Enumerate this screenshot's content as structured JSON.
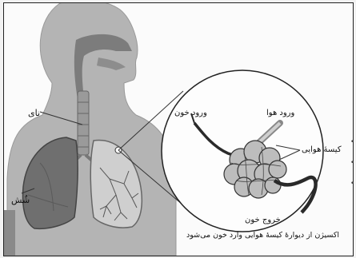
{
  "labels": {
    "trachea": "نای",
    "lung": "شُش",
    "blood_in": "ورود خون",
    "air_in": "ورود هوا",
    "air_sac": "کیسهٔ هوایی",
    "blood_out": "خروج خون",
    "caption": "اکسیژن از دیوارهٔ کیسهٔ هوایی وارد خون می‌شود"
  },
  "colors": {
    "head": "#b4b4b4",
    "airway": "#7c7c7c",
    "lung_left": "#6f6f6f",
    "lung_right": "#cfcfcf",
    "alveoli": "#bdbdbd",
    "vessel": "#2a2a2a"
  }
}
